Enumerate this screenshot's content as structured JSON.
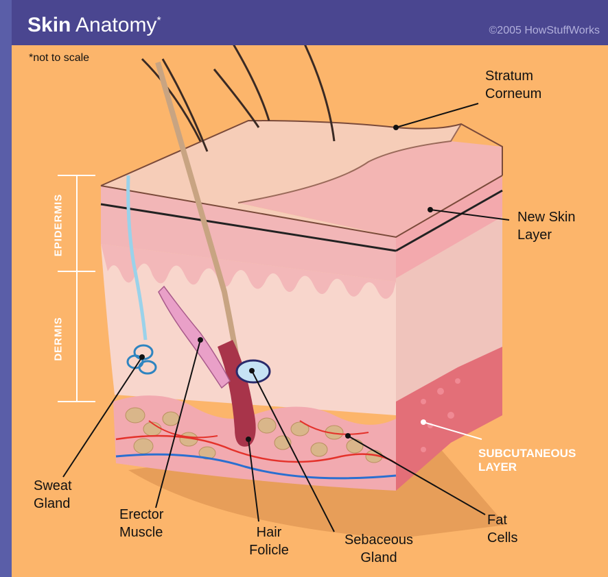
{
  "header": {
    "title_bold": "Skin",
    "title_rest": " Anatomy",
    "title_mark": "*",
    "copyright": "©2005 HowStuffWorks"
  },
  "note": "*not to scale",
  "layers": {
    "epidermis": "EPIDERMIS",
    "dermis": "DERMIS",
    "subcutaneous_line1": "SUBCUTANEOUS",
    "subcutaneous_line2": "LAYER"
  },
  "labels": {
    "stratum_corneum": [
      "Stratum",
      "Corneum"
    ],
    "new_skin_layer": [
      "New Skin",
      "Layer"
    ],
    "sweat_gland": [
      "Sweat",
      "Gland"
    ],
    "erector_muscle": [
      "Erector",
      "Muscle"
    ],
    "hair_folicle": [
      "Hair",
      "Folicle"
    ],
    "sebaceous_gland": [
      "Sebaceous",
      "Gland"
    ],
    "fat_cells": [
      "Fat",
      "Cells"
    ]
  },
  "colors": {
    "background": "#fcb56b",
    "header": "#4a4690",
    "stratum": "#f6cdb8",
    "epidermis": "#f2b6b7",
    "dermis": "#f8d6cc",
    "subcutaneous": "#e36f78",
    "fat": "#d9b68a",
    "vessel_red": "#e4322b",
    "vessel_blue": "#2a6fd0"
  }
}
